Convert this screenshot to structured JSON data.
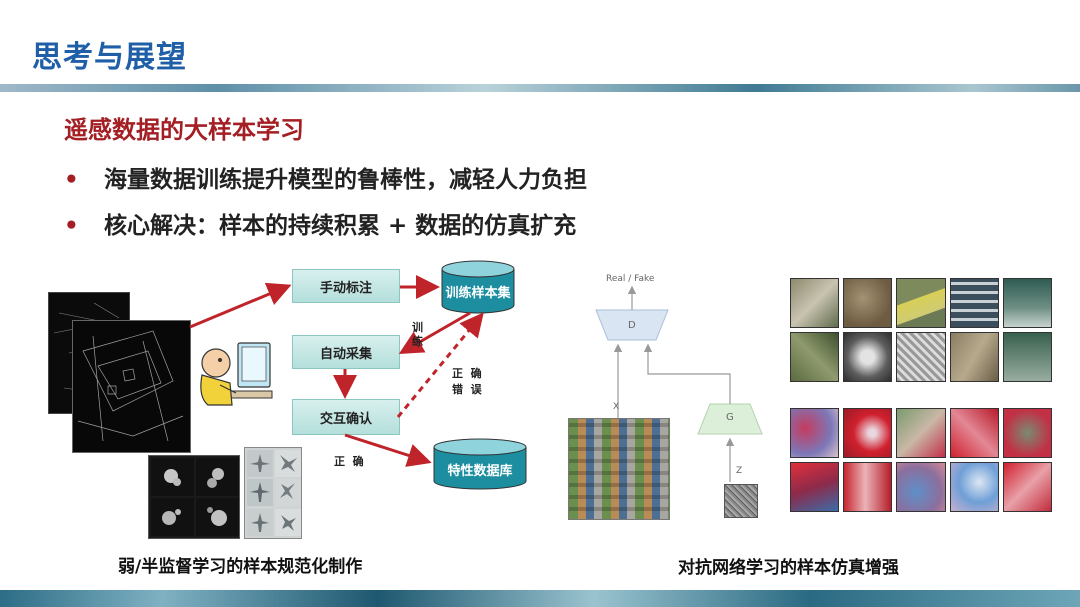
{
  "slide": {
    "title": "思考与展望",
    "subtitle": "遥感数据的大样本学习",
    "bullets": [
      "海量数据训练提升模型的鲁棒性，减轻人力负担",
      "核心解决：样本的持续积累 + 数据的仿真扩充"
    ],
    "bullet_symbol": "•"
  },
  "left_figure": {
    "nodes": {
      "manual": "手动标注",
      "auto": "自动采集",
      "interactive": "交互确认",
      "training_set": "训练样本集",
      "feature_db": "特性数据库"
    },
    "labels": {
      "train_1": "训",
      "train_2": "练",
      "correct_1": "正  确",
      "wrong_1": "错  误",
      "correct_2": "正  确"
    },
    "caption": "弱/半监督学习的样本规范化制作"
  },
  "right_figure": {
    "gan": {
      "output_label": "Real / Fake",
      "discriminator": "D",
      "generator": "G",
      "real_input": "X",
      "noise_input": "Z"
    },
    "caption": "对抗网络学习的样本仿真增强"
  },
  "colors": {
    "title": "#1f5fa8",
    "subtitle": "#a31f24",
    "arrow": "#c0242b",
    "box_fill": "#c4e6e2",
    "cylinder": "#1c8ea0"
  }
}
